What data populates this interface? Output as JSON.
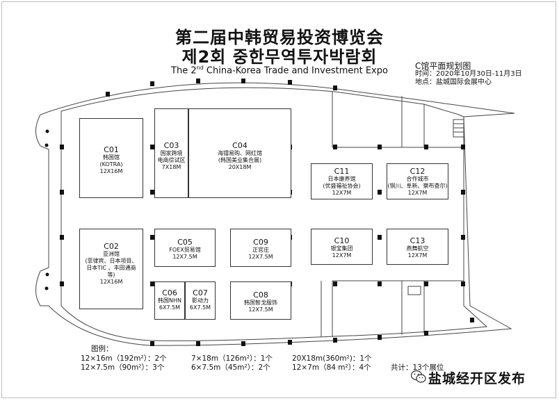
{
  "header": {
    "title_cn": "第二届中韩贸易投资博览会",
    "title_kr": "제2회 중한무역투자박람회",
    "title_en_pre": "The 2",
    "title_en_sup": "nd",
    "title_en_post": " China-Korea Trade and Investment Expo"
  },
  "plan_info": {
    "plan_title": "C馆平面规划图",
    "time": "时间：2020年10月30日-11月3日",
    "location": "地点：盐城国际会展中心"
  },
  "booths": [
    {
      "code": "C01",
      "name": "韩国馆\n(KOTRA)",
      "size": "12X16M"
    },
    {
      "code": "C02",
      "name": "亚洲馆\n(菲律宾、日本项目、日本TIC 、丰田通商等)",
      "size": "12X16M"
    },
    {
      "code": "C03",
      "name": "国家跨境\n电商综试区",
      "size": "7X18M"
    },
    {
      "code": "C04",
      "name": "海镭易购、网红馆\n(韩国美业集合展)",
      "size": "20X18M"
    },
    {
      "code": "C05",
      "name": "FOEX贸易馆",
      "size": "12X7.5M"
    },
    {
      "code": "C06",
      "name": "韩国NHN",
      "size": "6X7.5M"
    },
    {
      "code": "C07",
      "name": "影动力",
      "size": "6X7.5M"
    },
    {
      "code": "C08",
      "name": "韩国智戈服饰",
      "size": "12X7.5M"
    },
    {
      "code": "C09",
      "name": "正官庄",
      "size": "12X7.5M"
    },
    {
      "code": "C10",
      "name": "银宝集团",
      "size": "12X7M"
    },
    {
      "code": "C11",
      "name": "日本康养馆\n(优盛福祉协会)",
      "size": "12X7M"
    },
    {
      "code": "C12",
      "name": "合作城市\n(铜川、阜新、察布查尔)",
      "size": "12X7M"
    },
    {
      "code": "C13",
      "name": "燕舞航空",
      "size": "12X7M"
    }
  ],
  "legend": {
    "title": "图例：",
    "rows": [
      [
        "12×16m（192m²）：2个",
        "7×18m（126m²）：1个",
        "20X18m(360m²)：1个"
      ],
      [
        "12×7.5m（90m²）：3个",
        "6×7.5m（45m²）：2个",
        "12×7m（84 m²）：4个"
      ]
    ],
    "total": "共计：13个展位"
  },
  "watermark": {
    "text": "盐城经开区发布",
    "icon": "wechat-icon"
  }
}
